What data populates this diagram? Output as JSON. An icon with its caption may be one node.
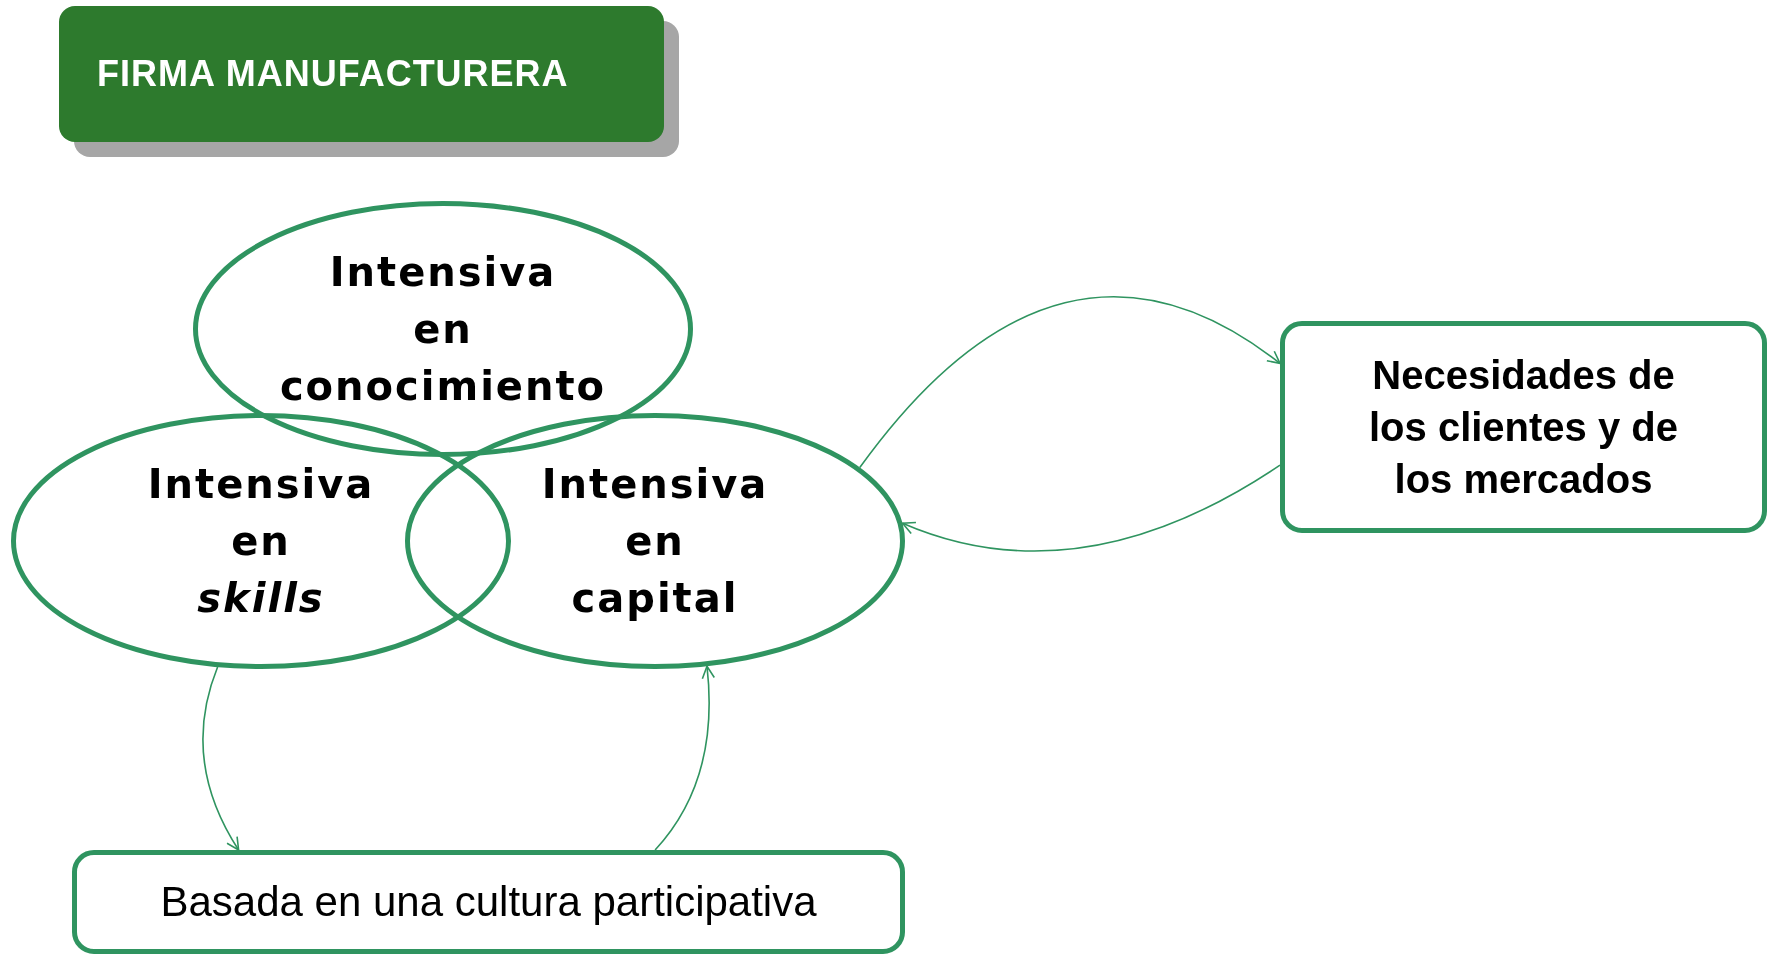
{
  "diagram": {
    "title": "FIRMA MANUFACTURERA",
    "nodes": [
      {
        "text": [
          "Intensiva en conocimiento"
        ]
      },
      {
        "text": [
          "Intensiva en *skills*"
        ]
      },
      {
        "text": [
          "Intensiva en capital"
        ]
      },
      {
        "text": [
          "Necesidades de los clientes y de los mercados"
        ]
      },
      {
        "text": [
          "Basada en una cultura participativa"
        ]
      }
    ],
    "edges": [
      {
        "from": 2,
        "to": 3,
        "arrow": "to"
      },
      {
        "from": 3,
        "to": 2,
        "arrow": "to"
      },
      {
        "from": 1,
        "to": 4,
        "arrow": "to"
      },
      {
        "from": 4,
        "to": 2,
        "arrow": "to"
      }
    ]
  }
}
